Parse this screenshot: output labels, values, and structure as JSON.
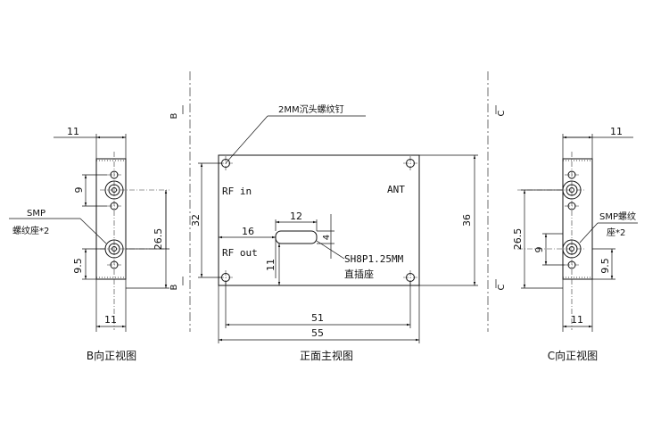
{
  "front_view": {
    "callout_screw": "2MM沉头螺纹钉",
    "label_rf_in": "RF in",
    "label_ant": "ANT",
    "label_rf_out": "RF out",
    "connector_note_1": "SH8P1.25MM",
    "connector_note_2": "直插座",
    "dim_height_inner": "32",
    "dim_height_outer": "36",
    "dim_connector_width": "12",
    "dim_connector_offset": "16",
    "dim_connector_height": "4",
    "dim_connector_bottom": "11",
    "dim_hole_span": "51",
    "dim_width": "55",
    "caption": "正面主视图"
  },
  "b_view": {
    "section_mark_top": "B",
    "section_mark_bottom": "B",
    "dim_top_width": "11",
    "dim_hole_offset": "9",
    "dim_port_spacing": "26.5",
    "dim_bottom_offset": "9.5",
    "dim_bottom_width": "11",
    "smp_label_1": "SMP",
    "smp_label_2": "螺纹座*2",
    "caption": "B向正视图"
  },
  "c_view": {
    "section_mark_top": "C",
    "section_mark_bottom": "C",
    "dim_top_width": "11",
    "dim_port_spacing": "26.5",
    "dim_hole_offset": "9",
    "dim_bottom_offset": "9.5",
    "dim_bottom_width": "11",
    "smp_label_1": "SMP螺纹",
    "smp_label_2": "座*2",
    "caption": "C向正视图"
  }
}
